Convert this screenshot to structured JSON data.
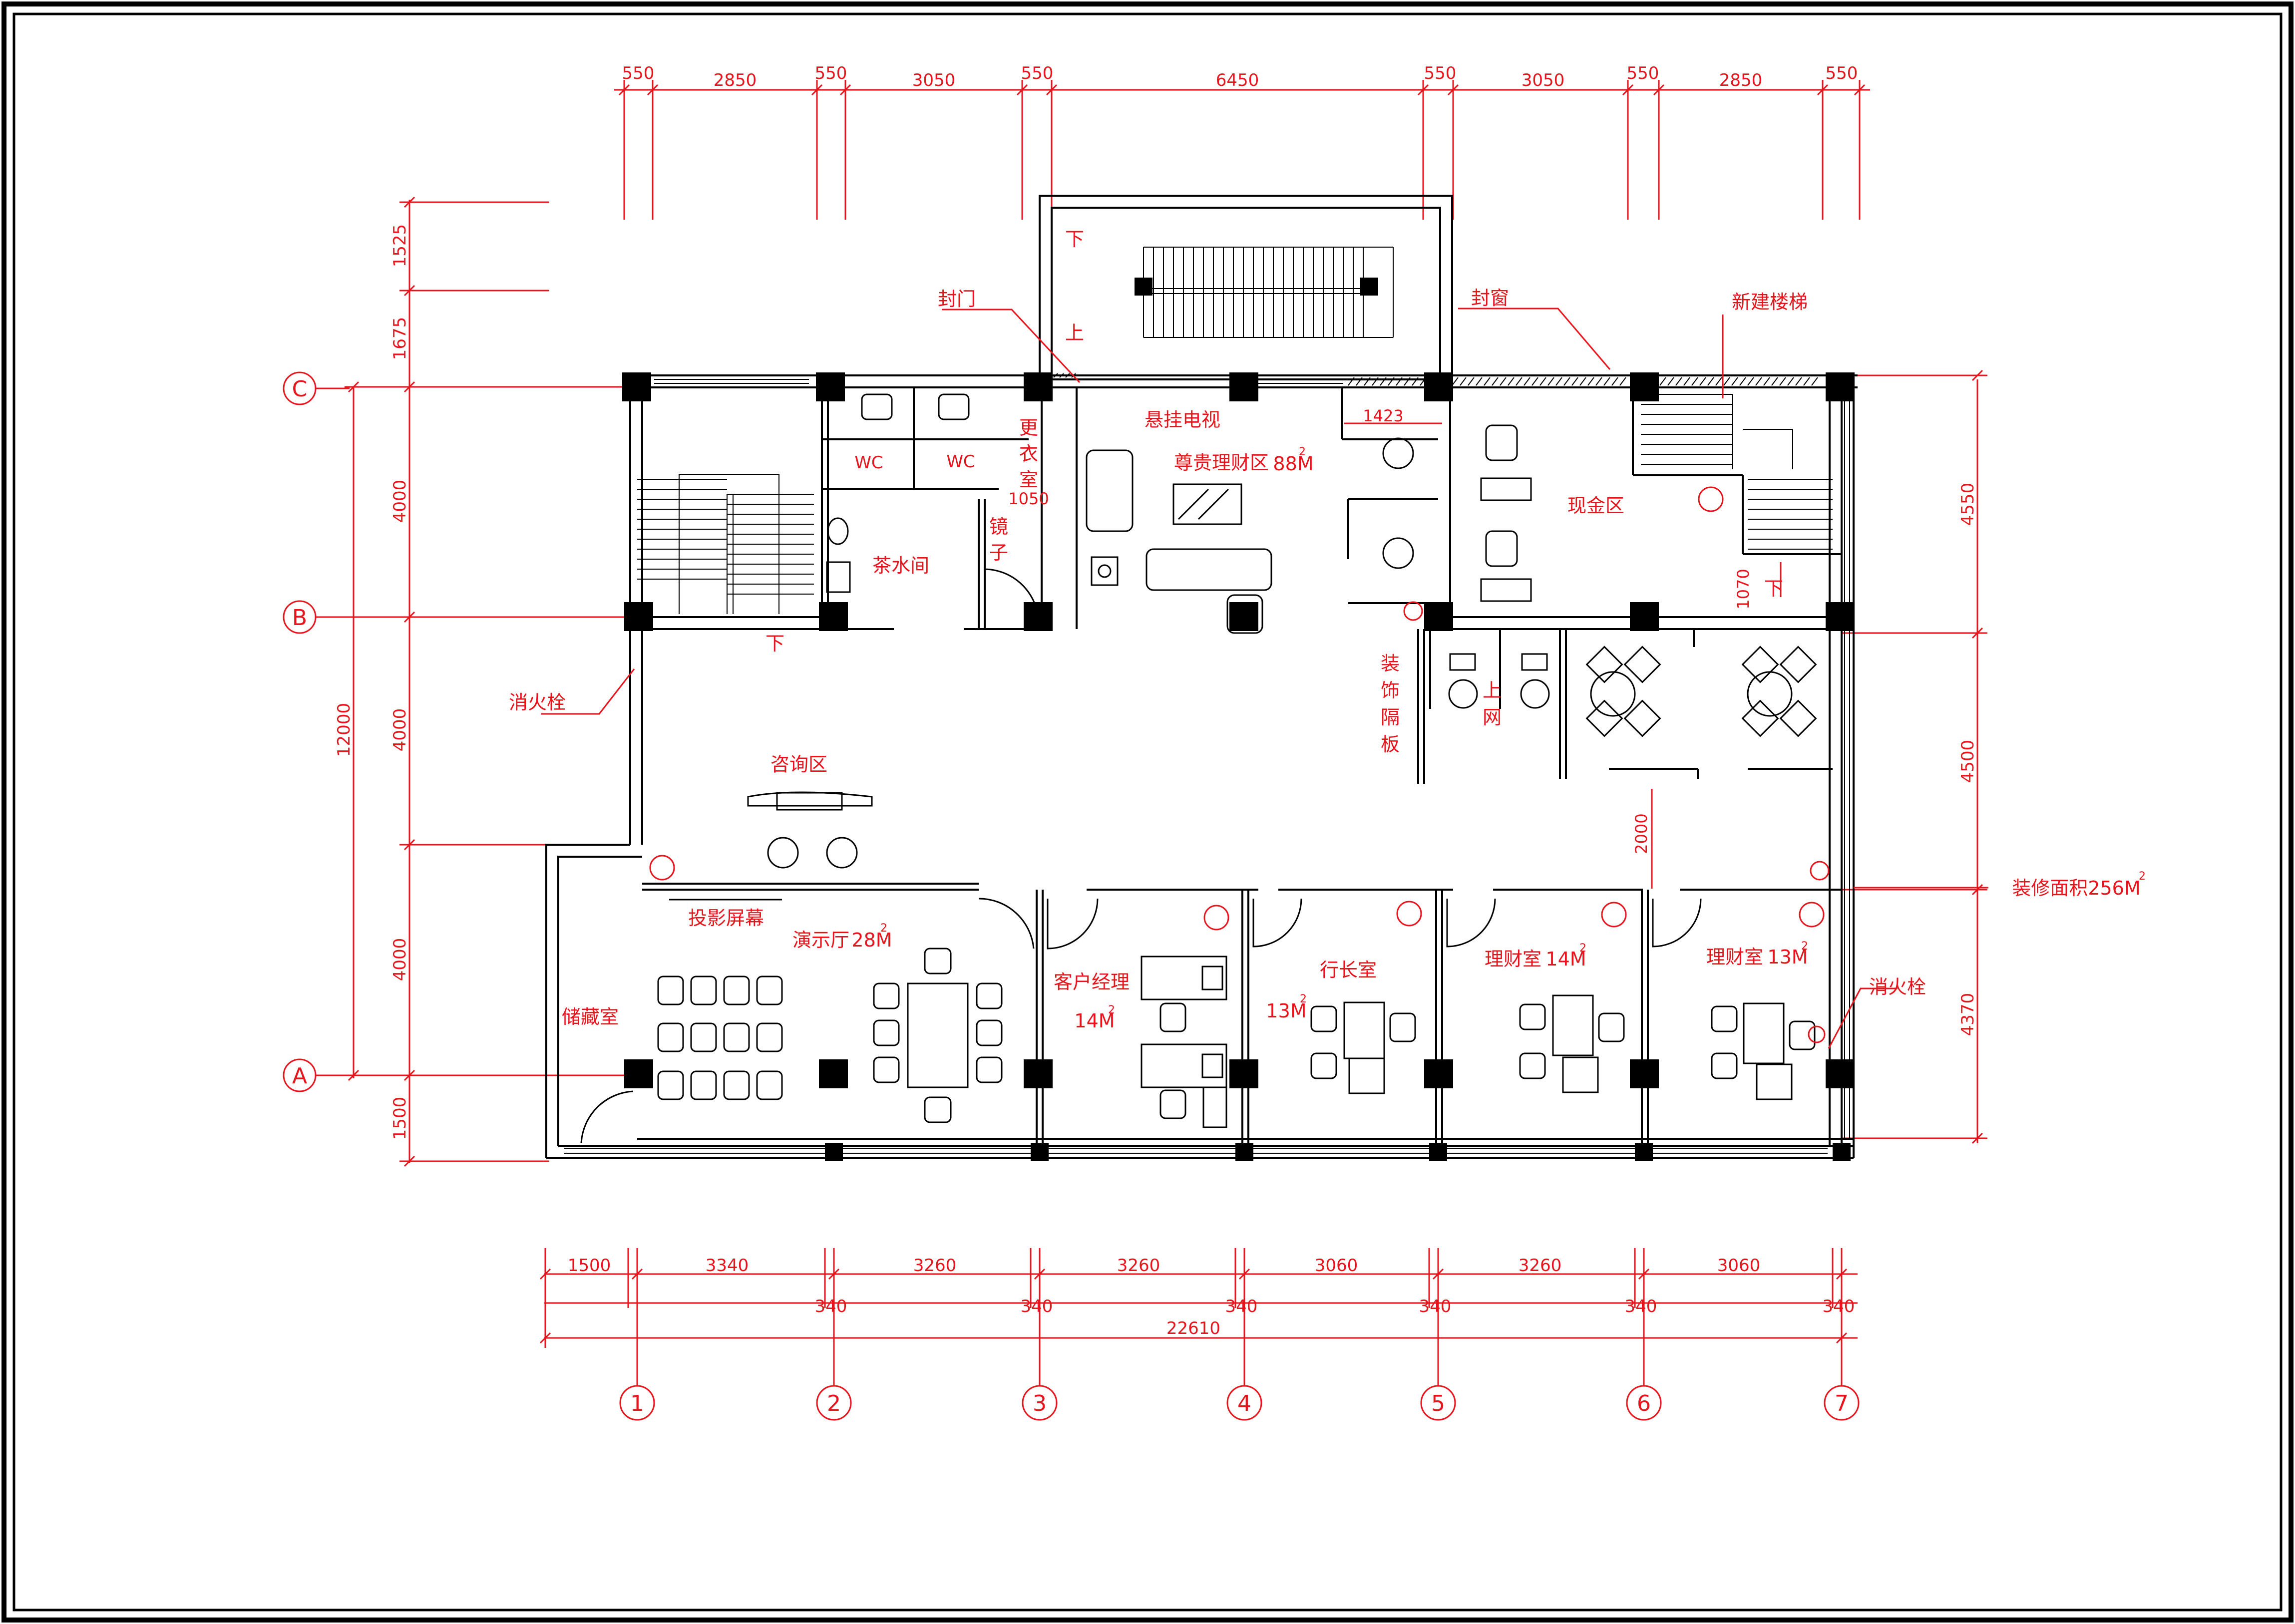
{
  "colors": {
    "annotation": "#e8141c",
    "structure": "#000000",
    "background": "#ffffff",
    "furniture": "#000000"
  },
  "dims_top": [
    "550",
    "2850",
    "550",
    "3050",
    "550",
    "6450",
    "550",
    "3050",
    "550",
    "2850",
    "550"
  ],
  "dims_bottom_row1": [
    "1500",
    "3340",
    "3260",
    "3260",
    "3060",
    "3260",
    "3060"
  ],
  "dims_bottom_row2": [
    "340",
    "340",
    "340",
    "340",
    "340",
    "340"
  ],
  "dim_total_width": "22610",
  "dims_left_outer": [
    "1525",
    "1675",
    "4000",
    "4000",
    "4000",
    "1500"
  ],
  "dim_left_total": "12000",
  "dims_right": [
    "4550",
    "4500",
    "4370"
  ],
  "axis_letters": [
    "C",
    "B",
    "A"
  ],
  "axis_numbers": [
    "1",
    "2",
    "3",
    "4",
    "5",
    "6",
    "7"
  ],
  "stair_up": "上",
  "stair_down": "下",
  "inner_dims": {
    "d1423": "1423",
    "d1050": "1050",
    "d1070": "1070",
    "d2000": "2000"
  },
  "rooms": {
    "vip": {
      "name": "尊贵理财区",
      "area": "88M",
      "sup": "2"
    },
    "cash": "现金区",
    "tea": "茶水间",
    "wc1": "WC",
    "wc2": "WC",
    "changing": [
      "更",
      "衣",
      "室"
    ],
    "mirror": [
      "镜",
      "子"
    ],
    "consult": "咨询区",
    "demo": {
      "name": "演示厅",
      "area": "28M",
      "sup": "2"
    },
    "projector": "投影屏幕",
    "manager": {
      "name": "客户经理",
      "area": "14M",
      "sup": "2"
    },
    "president": {
      "name": "行长室",
      "area": "13M",
      "sup": "2"
    },
    "finance1": {
      "name": "理财室",
      "area": "14M",
      "sup": "2"
    },
    "finance2": {
      "name": "理财室",
      "area": "13M",
      "sup": "2"
    },
    "storage": "储藏室",
    "partition": [
      "装",
      "饰",
      "隔",
      "板"
    ],
    "internet": [
      "上",
      "网"
    ]
  },
  "labels": {
    "seal_door": "封门",
    "seal_window": "封窗",
    "new_stair": "新建楼梯",
    "tv": "悬挂电视",
    "hydrant_left": "消火栓",
    "hydrant_right": "消火栓",
    "deco_area": "装修面积256M",
    "deco_sup": "2"
  }
}
